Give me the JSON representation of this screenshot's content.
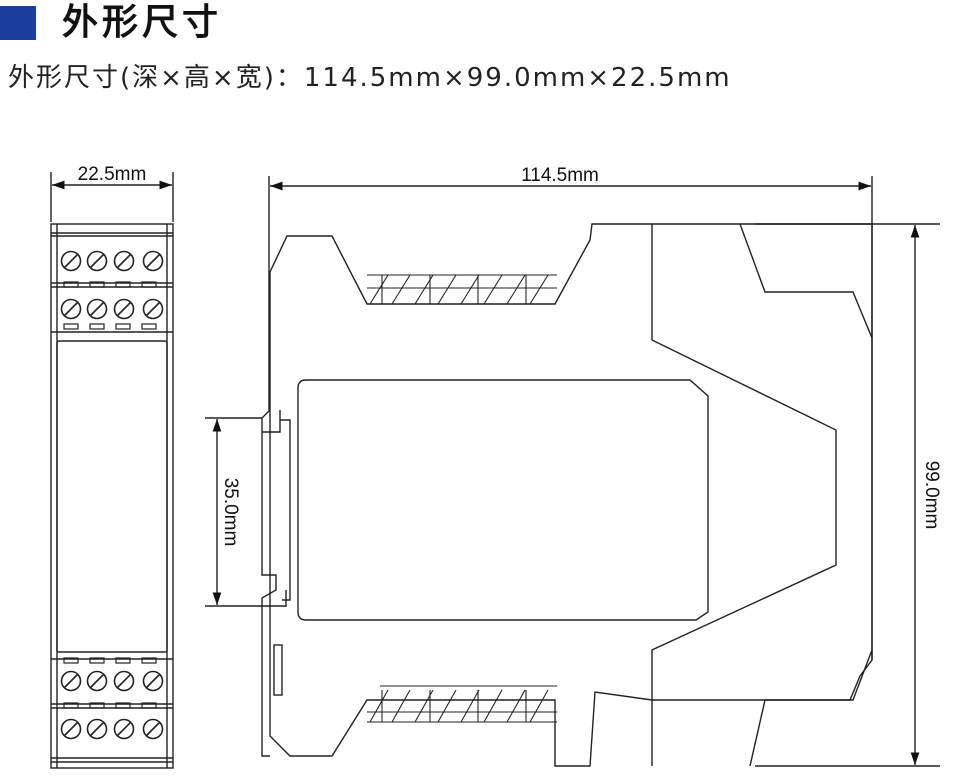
{
  "header": {
    "title": "外形尺寸",
    "accent_color": "#1a3f9a"
  },
  "spec": {
    "line": "外形尺寸(深×高×宽)：114.5mm×99.0mm×22.5mm"
  },
  "dimensions": {
    "width": "22.5mm",
    "depth": "114.5mm",
    "height": "99.0mm",
    "rail": "35.0mm"
  },
  "colors": {
    "line": "#222222",
    "background": "#ffffff"
  }
}
